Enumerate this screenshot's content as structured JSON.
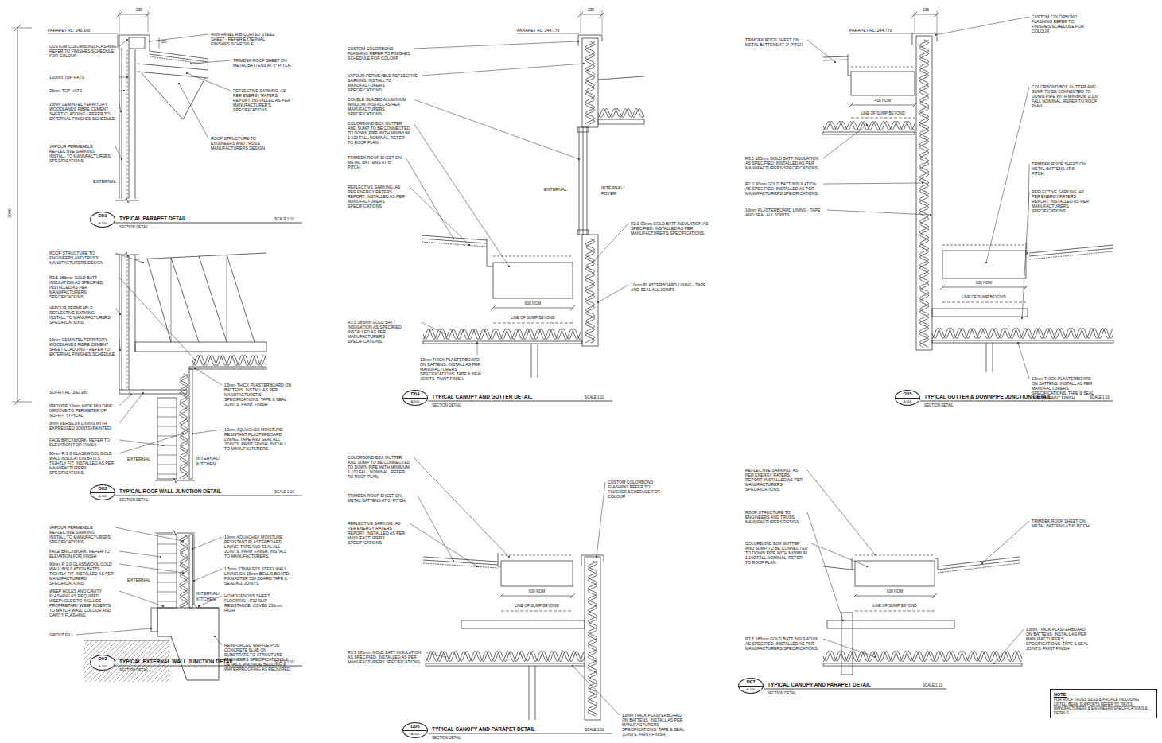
{
  "diagram": {
    "nodes": [
      {
        "text": [
          "D01",
          "A-500"
        ]
      },
      {
        "text": [
          "D02",
          "A-500"
        ]
      },
      {
        "text": [
          "D03",
          "A-500"
        ]
      },
      {
        "text": [
          "D04",
          "A-500"
        ]
      },
      {
        "text": [
          "D05",
          "A-500"
        ]
      },
      {
        "text": [
          "D06",
          "A-500"
        ]
      },
      {
        "text": [
          "D07",
          "A-500"
        ]
      },
      {
        "text": [
          "NOTE:",
          "FOR ROOF TRUSS SIZES & PROFILE INCLUDING LINTEL/ BEAM SUPPORTS REFER TO TRUSS MANUFACTURERS & ENGINEERS SPECIFICATIONS & DETAILS."
        ]
      }
    ],
    "labels": [
      "230",
      "PARAPET RL: 245.300",
      "35",
      "4mm PANEL RIB COATED STEEL SHEET - REFER EXTERNAL FINISHES SCHEDULE",
      "CUSTOM COLORBOND FLASHING REFER TO FINISHES SCHEDULE FOR COLOUR",
      "TRIMDEK ROOF SHEET ON METAL BATTENS AT 6° PITCH.",
      "120mm TOP HATS",
      "35mm TOP HATS",
      "REFLECTIVE SARKING, AS PER ENERGY RATERS REPORT. INSTALLED AS PER MANUFACTURER'S SPECIFICATIONS.",
      "16mm CEMINTEL TERRITORY WOODLANDS FIBRE CEMENT SHEET CLADDING - REFER TO EXTERNAL FINISHES SCHEDULE.",
      "ROOF STRUCTURE TO ENGINEERS AND TRUSS MANUFACTURERS DESIGN",
      "VAPOUR PERMEABLE REFLECTIVE SARKING. INSTALL TO MANUFACTURERS SPECIFICATIONS",
      "EXTERNAL",
      "3000",
      "TYPICAL PARAPET DETAIL",
      "SECTION DETAIL",
      "SCALE 1:10",
      "ROOF STRUCTURE TO ENGINEERS AND TRUSS MANUFACTURERS DESIGN",
      "R3.5 185mm GOLD BATT INSULATION AS SPECIFIED. INSTALLED AS PER MANUFACTURERS SPECIFICATIONS.",
      "VAPOUR PERMEABLE REFLECTIVE SARKING. INSTALL TO MANUFACTURERS SPECIFICATIONS",
      "16mm CEMINTEL TERRITORY WOODLANDS FIBRE CEMENT SHEET CLADDING - REFER TO EXTERNAL FINISHES SCHEDULE.",
      "SOFFIT RL: 242.300",
      "PROVIDE 10mm WIDE MIN DRIP GROOVE TO PERIMETER OF SOFFIT. TYPICAL.",
      "9mm VERSILUX LINING WITH EXPRESSED JOINTS (PAINTED)",
      "FACE BRICKWORK. REFER TO ELEVATION FOR FINISH",
      "90mm R 2.0 GLASSWOOL GOLD WALL INSULATION BATTS. TIGHTLY FIT. INSTALLED AS PER MANUFACTURERS SPECIFICATIONS.",
      "EXTERNAL",
      "INTERNAL/ KITCHEN",
      "13mm THICK PLASTERBOARD ON BATTENS. INSTALL AS PER MANUFACTURERS SPECIFICATIONS. TAPE & SEAL JOINTS. PAINT FINISH",
      "10mm AQUACHEK MOISTURE RESISTANT PLASTERBOARD LINING. TAPE AND SEAL ALL JOINTS. PAINT FINISH. INSTALL TO MANUFACTURERS.",
      "TYPICAL ROOF WALL JUNCTION DETAIL",
      "SECTION DETAIL",
      "SCALE 1:10",
      "VAPOUR PERMEABLE REFLECTIVE SARKING. INSTALL TO MANUFACTURERS SPECIFICATIONS",
      "FACE BRICKWORK. REFER TO ELEVATION FOR FINISH",
      "90mm R 2.0 GLASSWOOL GOLD WALL INSULATION BATTS. TIGHTLY FIT. INSTALLED AS PER MANUFACTURERS SPECIFICATIONS.",
      "WEEP HOLES AND CAVITY FLASHING AS REQUIRED. WEEPHOLES TO INCLUDE PROPRIETARY WEEP INSERTS TO MATCH WALL COLOUR AND CAVITY FLASHING",
      "GROUT FILL",
      "EXTERNAL",
      "INTERNAL/ KITCHEN",
      "10mm AQUACHEK MOISTURE RESISTANT PLASTERBOARD LINING. TAPE AND SEAL ALL JOINTS. PAINT FINISH. INSTALL TO MANUFACTURERS.",
      "1.5mm STAINLESS STEEL WALL LINING ON 15mm BELLIS BOARD - FIXMASTER 550 BOARD TAPE & SEAL ALL JOINTS.",
      "HOMOGENOUS SHEET FLOORING - R12 SLIP RESISTANCE, COVED 150mm HIGH.",
      "REINFORCED WAFFLE POD CONCRETE SLAB ON SUBSTRATE TO STRUCTURE ENGINEERS SPECIFICATIONS & DETAILS. PROVIDE BEDDING & WATERPROOFING AS REQUIRED.",
      "TYPICAL EXTERNAL WALL JUNCTION DETAIL",
      "SECTION DETAIL",
      "SCALE 1:10",
      "235",
      "PARAPET RL: 244.770",
      "CUSTOM COLORBOND FLASHING REFER TO FINISHES SCHEDULE FOR COLOUR",
      "VAPOUR PERMEABLE REFLECTIVE SARKING. INSTALL TO MANUFACTURERS SPECIFICATIONS.",
      "DOUBLE GLAZED ALUMINIUM WINDOW. INSTALL AS PER MANUFACTURERS SPECIFICATIONS.",
      "COLORBOND BOX GUTTER AND SUMP TO BE CONNECTED TO DOWN PIPE WITH MINIMUM 1:100 FALL NOMINAL. REFER TO ROOF PLAN.",
      "TRIMDEK ROOF SHEET ON METAL BATTENS AT 6° PITCH.",
      "EXTERNAL",
      "INTERNAL/ FOYER",
      "REFLECTIVE SARKING, AS PER ENERGY RATERS REPORT. INSTALLED AS PER MANUFACTURERS SPECIFICATIONS.",
      "R2.0 90mm GOLD BATT INSULATION AS SPECIFIED. INSTALLED AS PER MANUFACTURER'S SPECIFICATIONS.",
      "10mm PLASTERBOARD LINING - TAPE AND SEAL ALL JOINTS",
      "600 NOM",
      "LINE OF SUMP BEYOND",
      "R3.5 185mm GOLD BATT INSULATION AS SPECIFIED. INSTALLED AS PER MANUFACTURERS SPECIFICATIONS.",
      "13mm THICK PLASTERBOARD ON BATTENS. INSTALL AS PER MANUFACTURERS SPECIFICATIONS. TAPE & SEAL JOINTS. PAINT FINISH",
      "TYPICAL CANOPY AND GUTTER DETAIL",
      "SECTION DETAIL",
      "SCALE 1:10",
      "235",
      "PARAPET RL: 244.770",
      "CUSTOM COLORBOND FLASHING REFER TO FINISHES SCHEDULE FOR COLOUR",
      "TRIMDEK ROOF SHEET ON METAL BATTENS AT 2° PITCH.",
      "450 NOM",
      "LINE OF SUMP BEYOND",
      "COLORBOND BOX GUTTER AND SUMP TO BE CONNECTED TO DOWN PIPE WITH MINIMUM 1:100 FALL NOMINAL. REFER TO ROOF PLAN.",
      "R3.5 185mm GOLD BATT INSULATION AS SPECIFIED. INSTALLED AS PER MANUFACTURERS SPECIFICATIONS.",
      "R2.0 90mm GOLD BATT INSULATION AS SPECIFIED. INSTALLED AS PER MANUFACTURERS SPECIFICATIONS.",
      "10mm PLASTERBOARD LINING - TAPE AND SEAL ALL JOINTS",
      "TRIMDEK ROOF SHEET ON METAL BATTENS AT 6° PITCH.",
      "REFLECTIVE SARKING, AS PER ENERGY RATERS REPORT. INSTALLED AS PER MANUFACTURERS SPECIFICATIONS.",
      "600 NOM",
      "LINE OF SUMP BEYOND",
      "13mm THICK PLASTERBOARD ON BATTENS. INSTALL AS PER MANUFACTURERS SPECIFICATIONS. TAPE & SEAL JOINTS. PAINT FINISH",
      "TYPICAL GUTTER & DOWNPIPE JUNCTION DETAIL",
      "SECTION DETAIL",
      "SCALE 1:10",
      "COLORBOND BOX GUTTER AND SUMP TO BE CONNECTED TO DOWN PIPE WITH MINIMUM 1:100 FALL NOMINAL. REFER TO ROOF PLAN.",
      "TRIMDEK ROOF SHEET ON METAL BATTENS AT 6° PITCH.",
      "CUSTOM COLORBOND FLASHING REFER TO FINISHES SCHEDULE FOR COLOUR",
      "REFLECTIVE SARKING, AS PER ENERGY RATERS REPORT. INSTALLED AS PER MANUFACTURERS SPECIFICATIONS.",
      "600 NOM",
      "LINE OF SUMP BEYOND",
      "R3.5 185mm GOLD BATT INSULATION AS SPECIFIED. INSTALLED AS PER MANUFACTURERS SPECIFICATIONS.",
      "13mm THICK PLASTERBOARD ON BATTENS. INSTALL AS PER MANUFACTURERS SPECIFICATIONS. TAPE & SEAL JOINTS. PAINT FINISH",
      "TYPICAL CANOPY AND PARAPET DETAIL",
      "SECTION DETAIL",
      "SCALE 1:10",
      "REFLECTIVE SARKING, AS PER ENERGY RATERS REPORT. INSTALLED AS PER MANUFACTURERS SPECIFICATIONS.",
      "ROOF STRUCTURE TO ENGINEERS AND TRUSS MANUFACTURERS DESIGN",
      "COLORBOND BOX GUTTER AND SUMP TO BE CONNECTED TO DOWN PIPE WITH MINIMUM 1:100 FALL NOMINAL. REFER TO ROOF PLAN.",
      "TRIMDEK ROOF SHEET ON METAL BATTENS AT 6° PITCH.",
      "600 NOM",
      "LINE OF SUMP BEYOND",
      "R3.5 185mm GOLD BATT INSULATION AS SPECIFIED. INSTALLED AS PER MANUFACTURERS SPECIFICATIONS.",
      "13mm THICK PLASTERBOARD ON BATTENS. INSTALL AS PER MANUFACTURER'S SPECIFICATIONS. TAPE & SEAL JOINTS. PAINT FINISH",
      "TYPICAL CANOPY AND PARAPET DETAIL",
      "SECTION DETAIL",
      "SCALE 1:10"
    ]
  }
}
